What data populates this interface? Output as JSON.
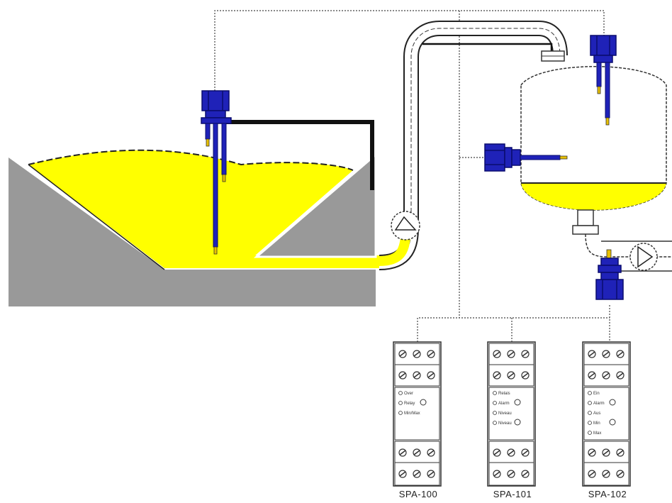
{
  "colors": {
    "liquid": "#ffff00",
    "tank": "#999999",
    "probe": "#1f22b8",
    "probe_dark": "#0a0c6e",
    "probe_tip": "#e8c000",
    "wire": "#444444",
    "unit_border": "#333333"
  },
  "icons": [
    "pump-left-icon",
    "pump-right-icon",
    "probe-icon",
    "terminal-screw-icon"
  ],
  "controllers": [
    {
      "label": "SPA-100",
      "panel_text": [
        "Over",
        "Relay",
        "Min/Max"
      ]
    },
    {
      "label": "SPA-101",
      "panel_text": [
        "Relais",
        "Alarm",
        "Niveau",
        "Niveau"
      ]
    },
    {
      "label": "SPA-102",
      "panel_text": [
        "Ein",
        "Alarm",
        "Aus",
        "Min",
        "Max"
      ]
    }
  ]
}
